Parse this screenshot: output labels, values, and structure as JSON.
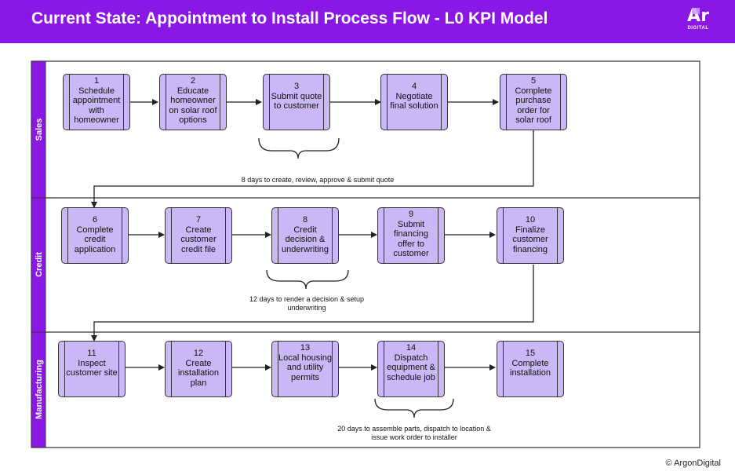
{
  "title": "Current State: Appointment to Install Process Flow - L0 KPI Model",
  "logo": {
    "mark": "Ar",
    "text": "DIGITAL"
  },
  "lanes": [
    {
      "label": "Sales"
    },
    {
      "label": "Credit"
    },
    {
      "label": "Manufacturing"
    }
  ],
  "steps": [
    {
      "num": "1",
      "text": "Schedule appointment with homeowner"
    },
    {
      "num": "2",
      "text": "Educate homeowner on solar roof options"
    },
    {
      "num": "3",
      "text": "Submit quote to customer"
    },
    {
      "num": "4",
      "text": "Negotiate final solution"
    },
    {
      "num": "5",
      "text": "Complete purchase order for solar roof"
    },
    {
      "num": "6",
      "text": "Complete credit application"
    },
    {
      "num": "7",
      "text": "Create customer credit file"
    },
    {
      "num": "8",
      "text": "Credit decision & underwriting"
    },
    {
      "num": "9",
      "text": "Submit financing offer to customer"
    },
    {
      "num": "10",
      "text": "Finalize customer financing"
    },
    {
      "num": "11",
      "text": "Inspect customer site"
    },
    {
      "num": "12",
      "text": "Create installation plan"
    },
    {
      "num": "13",
      "text": "Local housing and utility permits"
    },
    {
      "num": "14",
      "text": "Dispatch equipment & schedule job"
    },
    {
      "num": "15",
      "text": "Complete installation"
    }
  ],
  "notes": {
    "sales": "8 days to create, review, approve & submit quote",
    "credit": "12 days to render a decision & setup underwriting",
    "manufacturing": "20 days to assemble parts, dispatch to location & issue work order to installer"
  },
  "copyright": "© ArgonDigital",
  "colors": {
    "header": "#8a17e6",
    "lane_label": "#8a17e6",
    "node_fill": "#c9b8f5"
  }
}
